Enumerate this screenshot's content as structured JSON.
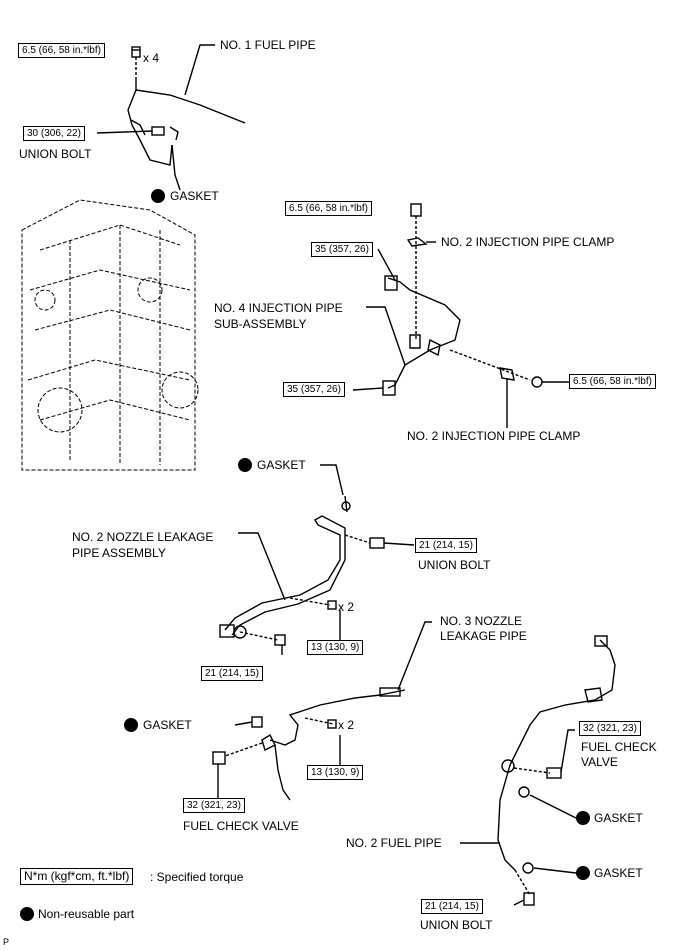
{
  "labels": {
    "no1_fuel_pipe": "NO. 1 FUEL PIPE",
    "union_bolt_1": "UNION BOLT",
    "gasket_1": "GASKET",
    "no2_clamp_top": "NO. 2 INJECTION PIPE CLAMP",
    "no4_pipe_line1": "NO. 4 INJECTION PIPE",
    "no4_pipe_line2": "SUB-ASSEMBLY",
    "no2_clamp_bottom": "NO. 2 INJECTION PIPE CLAMP",
    "gasket_2": "GASKET",
    "no2_nozzle_line1": "NO. 2 NOZZLE LEAKAGE",
    "no2_nozzle_line2": "PIPE ASSEMBLY",
    "union_bolt_2": "UNION BOLT",
    "no3_nozzle_line1": "NO. 3 NOZZLE",
    "no3_nozzle_line2": "LEAKAGE PIPE",
    "gasket_3": "GASKET",
    "fuel_check_valve_left": "FUEL CHECK VALVE",
    "fuel_check_valve_right_line1": "FUEL CHECK",
    "fuel_check_valve_right_line2": "VALVE",
    "gasket_4": "GASKET",
    "no2_fuel_pipe": "NO. 2 FUEL PIPE",
    "gasket_5": "GASKET",
    "union_bolt_3": "UNION BOLT"
  },
  "torques": {
    "t1": "6.5 (66, 58 in.*lbf)",
    "t2": "30 (306, 22)",
    "t3": "6.5 (66, 58 in.*lbf)",
    "t4": "35 (357, 26)",
    "t5": "35 (357, 26)",
    "t6": "6.5 (66, 58 in.*lbf)",
    "t7": "21 (214, 15)",
    "t8": "13 (130, 9)",
    "t9": "21 (214, 15)",
    "t10": "13 (130, 9)",
    "t11": "32 (321, 23)",
    "t12": "32 (321, 23)",
    "t13": "21 (214, 15)"
  },
  "multipliers": {
    "m1": "x 4",
    "m2": "x 2",
    "m3": "x 2"
  },
  "legend": {
    "torque_box": "N*m (kgf*cm, ft.*lbf)",
    "torque_desc": ": Specified torque",
    "nonreusable": "Non-reusable part"
  },
  "corner_mark": "P"
}
